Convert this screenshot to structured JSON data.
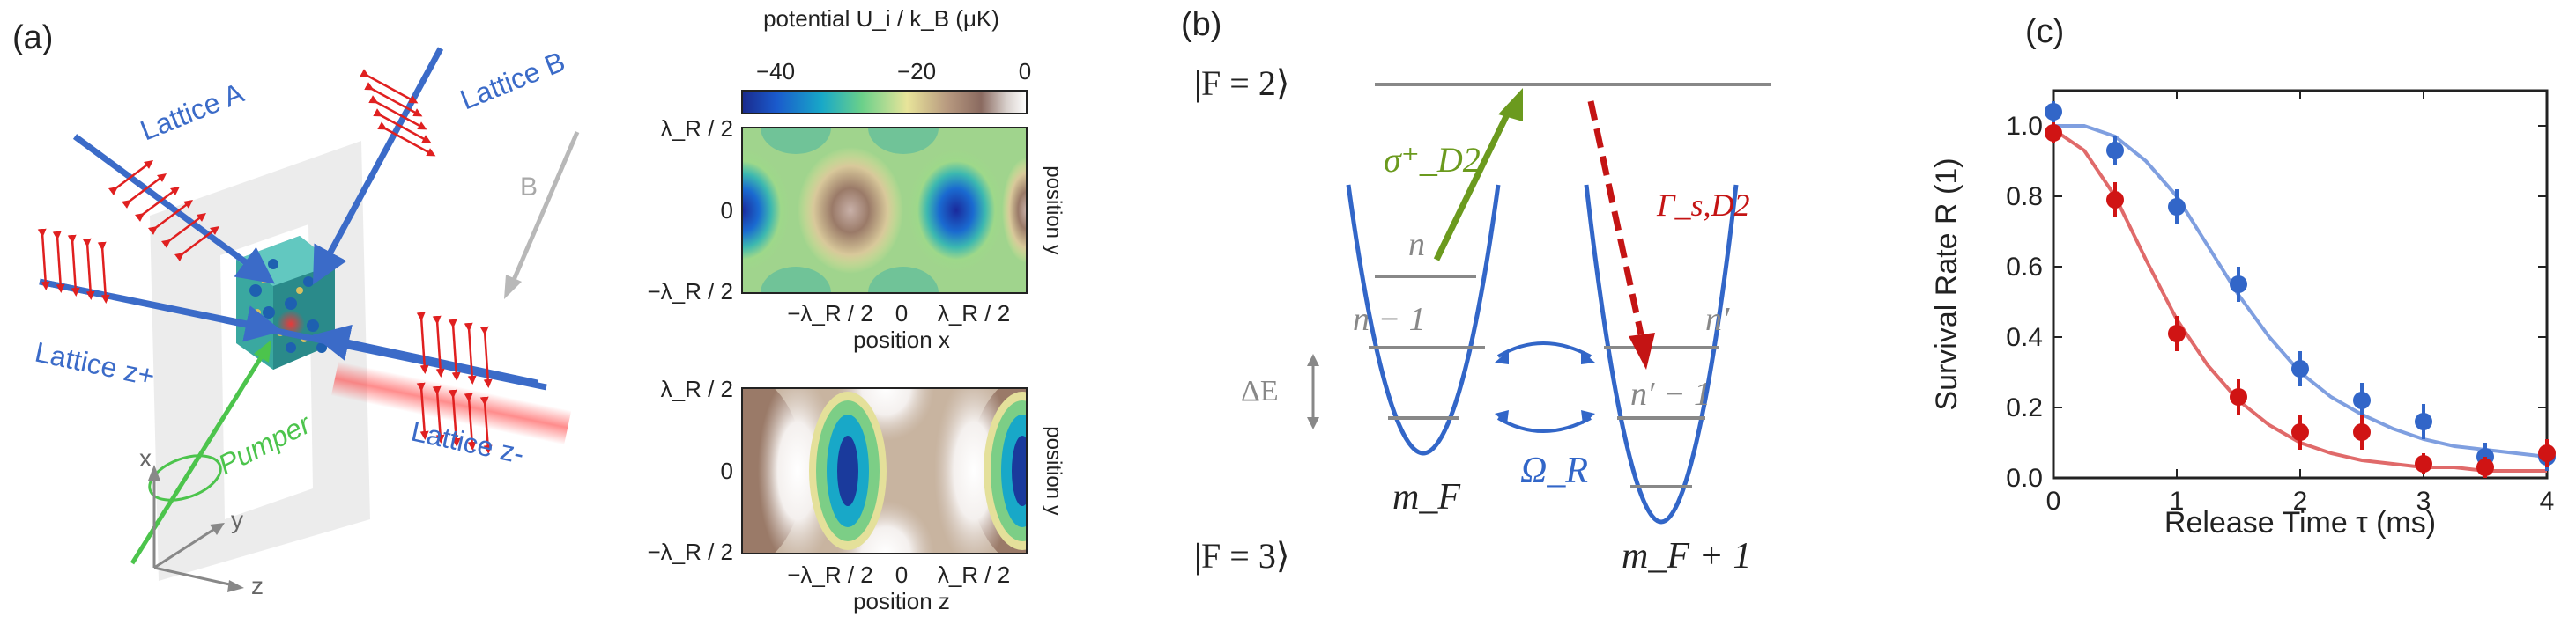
{
  "panel_a": {
    "label": "(a)",
    "lattice_a": "Lattice A",
    "lattice_b": "Lattice B",
    "lattice_zplus": "Lattice z+",
    "lattice_zminus": "Lattice z-",
    "pumper": "Pumper",
    "field_b": "B",
    "axis_x": "x",
    "axis_y": "y",
    "axis_z": "z",
    "colorbar_title": "potential U_i / k_B (μK)",
    "colorbar_ticks": [
      "−40",
      "−20",
      "0"
    ],
    "map_top": {
      "ylabel": "position y",
      "xlabel": "position x",
      "yticks": [
        "λ_R / 2",
        "0",
        "−λ_R / 2"
      ],
      "xticks": [
        "−λ_R / 2",
        "0",
        "λ_R / 2"
      ]
    },
    "map_bottom": {
      "ylabel": "position y",
      "xlabel": "position z",
      "yticks": [
        "λ_R / 2",
        "0",
        "−λ_R / 2"
      ],
      "xticks": [
        "−λ_R / 2",
        "0",
        "λ_R / 2"
      ]
    }
  },
  "panel_b": {
    "label": "(b)",
    "upper_state": "|F = 2⟩",
    "lower_state": "|F = 3⟩",
    "sigma": "σ⁺_D2",
    "gamma": "Γ_s,D2",
    "omega": "Ω_R",
    "delta_e": "ΔE",
    "level_n": "n",
    "level_n_minus_1": "n − 1",
    "level_n_prime": "n′",
    "level_n_prime_minus_1": "n′ − 1",
    "well_left": "m_F",
    "well_right": "m_F + 1"
  },
  "colors": {
    "lattice_blue": "#3b6bc8",
    "pumper_green": "#4cc44c",
    "sigma_green": "#6b9a1e",
    "gamma_red": "#c41414",
    "level_grey": "#888888",
    "fit_blue": "#7f9fe0",
    "fit_red": "#e06a6a",
    "data_blue": "#3266c8",
    "data_red": "#d01414"
  },
  "chart_data": {
    "type": "scatter",
    "label": "(c)",
    "xlabel": "Release Time τ (ms)",
    "ylabel": "Survival Rate R (1)",
    "xlim": [
      0,
      4
    ],
    "ylim": [
      0,
      1.1
    ],
    "xticks": [
      "0",
      "1",
      "2",
      "3",
      "4"
    ],
    "yticks": [
      "0.0",
      "0.2",
      "0.4",
      "0.6",
      "0.8",
      "1.0"
    ],
    "grid": false,
    "series": [
      {
        "color": "#3266c8",
        "x": [
          0,
          0.5,
          1.0,
          1.5,
          2.0,
          2.5,
          3.0,
          3.5,
          4.0
        ],
        "y": [
          1.04,
          0.93,
          0.77,
          0.55,
          0.31,
          0.22,
          0.16,
          0.06,
          0.06
        ],
        "err": [
          0.03,
          0.04,
          0.05,
          0.05,
          0.05,
          0.05,
          0.05,
          0.04,
          0.04
        ],
        "fit_x": [
          0,
          0.25,
          0.5,
          0.75,
          1.0,
          1.25,
          1.5,
          1.75,
          2.0,
          2.25,
          2.5,
          2.75,
          3.0,
          3.25,
          3.5,
          3.75,
          4.0
        ],
        "fit_y": [
          1.0,
          1.0,
          0.97,
          0.9,
          0.8,
          0.66,
          0.52,
          0.4,
          0.3,
          0.23,
          0.18,
          0.14,
          0.11,
          0.09,
          0.08,
          0.07,
          0.06
        ]
      },
      {
        "color": "#d01414",
        "x": [
          0,
          0.5,
          1.0,
          1.5,
          2.0,
          2.5,
          3.0,
          3.5,
          4.0
        ],
        "y": [
          0.98,
          0.79,
          0.41,
          0.23,
          0.13,
          0.13,
          0.04,
          0.03,
          0.07
        ],
        "err": [
          0.03,
          0.05,
          0.05,
          0.05,
          0.05,
          0.05,
          0.03,
          0.03,
          0.04
        ],
        "fit_x": [
          0,
          0.25,
          0.5,
          0.75,
          1.0,
          1.25,
          1.5,
          1.75,
          2.0,
          2.25,
          2.5,
          2.75,
          3.0,
          3.25,
          3.5,
          3.75,
          4.0
        ],
        "fit_y": [
          0.99,
          0.93,
          0.8,
          0.62,
          0.45,
          0.32,
          0.22,
          0.15,
          0.1,
          0.07,
          0.05,
          0.04,
          0.03,
          0.03,
          0.02,
          0.02,
          0.02
        ]
      }
    ]
  }
}
